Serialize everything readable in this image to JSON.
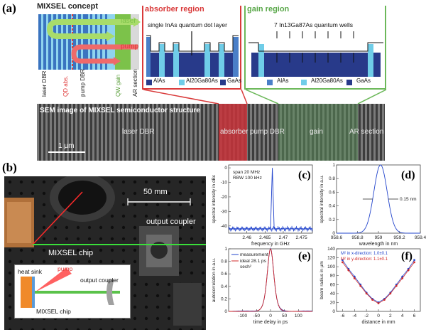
{
  "panels": {
    "a": "(a)",
    "b": "(b)",
    "c": "(c)",
    "d": "(d)",
    "e": "(e)",
    "f": "(f)"
  },
  "concept": {
    "title": "MIXSEL concept",
    "laser": "laser",
    "pump": "pump",
    "layers": [
      "laser DBR",
      "QD abs.",
      "pump DBR",
      "QW gain",
      "AR section"
    ]
  },
  "absorber": {
    "title": "absorber region",
    "caption": "single InAs quantum dot layer",
    "legend": [
      "AlAs",
      "Al20Ga80As",
      "GaAs"
    ]
  },
  "gain": {
    "title": "gain region",
    "caption": "7 In13Ga87As quantum wells",
    "legend": [
      "AlAs",
      "Al20Ga80As",
      "GaAs"
    ]
  },
  "sem": {
    "title": "SEM image of MIXSEL semiconductor structure",
    "laser_dbr": "laser DBR",
    "absorber": "absorber",
    "pump_dbr": "pump DBR",
    "gain": "gain",
    "ar_section": "AR section",
    "scale": "1 µm"
  },
  "photo": {
    "scale": "50 mm",
    "output_coupler": "output coupler",
    "chip": "MIXSEL chip",
    "inset_heat_sink": "heat sink",
    "inset_pump": "pump",
    "inset_output_coupler": "output coupler",
    "inset_chip": "MIXSEL chip"
  },
  "colors": {
    "absorber_red": "#d93a3a",
    "gain_green": "#6cb85a",
    "laser_green": "#7cc24a",
    "pump_red": "#e03a3a",
    "gaas_blue": "#283a8a",
    "alas_blue": "#4a7fc8",
    "algaas_cyan": "#6fcde8",
    "plot_blue": "#2244cc",
    "plot_red": "#d22a2a"
  },
  "chart_data": [
    {
      "type": "line",
      "panel": "(c)",
      "xlabel": "frequency in GHz",
      "ylabel": "spectral intensity in dBc",
      "annotations": [
        "span 20 MHz",
        "RBW 100 kHz"
      ],
      "xlim": [
        2.455,
        2.478
      ],
      "ylim": [
        -45,
        2
      ],
      "x_ticks": [
        "2.46",
        "2.465",
        "2.47",
        "2.475"
      ],
      "y_ticks": [
        "0",
        "-10",
        "-20",
        "-30",
        "-40"
      ],
      "series": [
        {
          "x": [
            2.455,
            2.4665,
            2.467,
            2.4675,
            2.478
          ],
          "y": [
            -42,
            -42,
            0,
            -42,
            -42
          ]
        }
      ]
    },
    {
      "type": "line",
      "panel": "(d)",
      "xlabel": "wavelength in nm",
      "ylabel": "spectral intensity in a.u.",
      "annotations": [
        "0.15 nm"
      ],
      "xlim": [
        958.6,
        959.4
      ],
      "ylim": [
        0,
        1
      ],
      "x_ticks": [
        "958.6",
        "958.8",
        "959",
        "959.2",
        "959.4"
      ],
      "y_ticks": [
        "0",
        "0.2",
        "0.4",
        "0.6",
        "0.8",
        "1"
      ],
      "series": [
        {
          "center": 959.02,
          "fwhm": 0.15
        }
      ]
    },
    {
      "type": "line",
      "panel": "(e)",
      "xlabel": "time delay in ps",
      "ylabel": "autocorrelation in a.u.",
      "xlim": [
        -150,
        150
      ],
      "ylim": [
        0,
        1
      ],
      "x_ticks": [
        "-100",
        "-50",
        "0",
        "50",
        "100"
      ],
      "y_ticks": [
        "0",
        "0.2",
        "0.4",
        "0.6",
        "0.8",
        "1"
      ],
      "series": [
        {
          "name": "measurement",
          "fwhm": 43
        },
        {
          "name": "ideal 28.1 ps sech²",
          "fwhm": 43
        }
      ],
      "legend": [
        "measurement",
        "ideal 28.1 ps",
        "sech²"
      ]
    },
    {
      "type": "scatter",
      "panel": "(f)",
      "xlabel": "distance in mm",
      "ylabel": "beam radius in µm",
      "xlim": [
        -7,
        7
      ],
      "ylim": [
        0,
        140
      ],
      "x_ticks": [
        "-6",
        "-4",
        "-2",
        "0",
        "2",
        "4",
        "6"
      ],
      "y_ticks": [
        "0",
        "20",
        "40",
        "60",
        "80",
        "100",
        "120",
        "140"
      ],
      "series": [
        {
          "name": "M² in x-direction: 1.0±0.1",
          "x": [
            -6,
            -5,
            -4,
            -3,
            -2,
            -1,
            0,
            1,
            2,
            3,
            4,
            5,
            6
          ],
          "y": [
            115,
            95,
            78,
            60,
            42,
            28,
            20,
            28,
            42,
            60,
            78,
            95,
            115
          ]
        },
        {
          "name": "M² in y-direction: 1.1±0.1",
          "x": [
            -6,
            -5,
            -4,
            -3,
            -2,
            -1,
            0,
            1,
            2,
            3,
            4,
            5,
            6
          ],
          "y": [
            110,
            92,
            74,
            57,
            40,
            26,
            18,
            26,
            40,
            57,
            74,
            92,
            110
          ]
        }
      ]
    }
  ]
}
